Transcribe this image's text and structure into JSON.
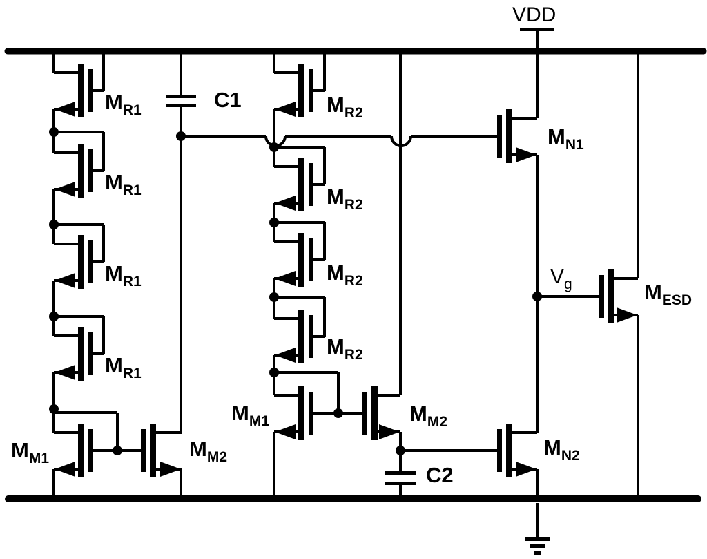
{
  "colors": {
    "ink": "#000000",
    "background": "#ffffff"
  },
  "power_rails": {
    "top": "VDD supply rail",
    "bottom": "ground rail"
  },
  "labels": {
    "vdd": {
      "text": "VDD"
    },
    "c1": {
      "text": "C1"
    },
    "c2": {
      "text": "C2"
    },
    "mr1_1": {
      "main": "M",
      "sub": "R1"
    },
    "mr1_2": {
      "main": "M",
      "sub": "R1"
    },
    "mr1_3": {
      "main": "M",
      "sub": "R1"
    },
    "mr1_4": {
      "main": "M",
      "sub": "R1"
    },
    "mr2_1": {
      "main": "M",
      "sub": "R2"
    },
    "mr2_2": {
      "main": "M",
      "sub": "R2"
    },
    "mr2_3": {
      "main": "M",
      "sub": "R2"
    },
    "mr2_4": {
      "main": "M",
      "sub": "R2"
    },
    "mm1_left": {
      "main": "M",
      "sub": "M1"
    },
    "mm2_left": {
      "main": "M",
      "sub": "M2"
    },
    "mm1_mid": {
      "main": "M",
      "sub": "M1"
    },
    "mm2_mid": {
      "main": "M",
      "sub": "M2"
    },
    "mn1": {
      "main": "M",
      "sub": "N1"
    },
    "mn2": {
      "main": "M",
      "sub": "N2"
    },
    "mesd": {
      "main": "M",
      "sub": "ESD"
    },
    "vg": {
      "main": "V",
      "sub": "g"
    }
  }
}
